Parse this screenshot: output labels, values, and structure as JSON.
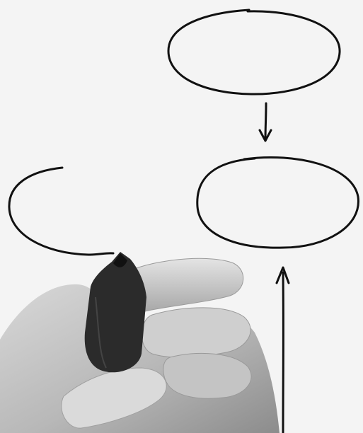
{
  "scene": {
    "background": "#f4f4f4",
    "ink_color": "#111111",
    "marker_color": "#2b2b2b",
    "hand_colors": [
      "#9a9a9a",
      "#c8c8c8",
      "#e0e0e0",
      "#6f6f6f"
    ]
  },
  "diagram": {
    "nodes": [
      {
        "id": "top-oval",
        "label": ""
      },
      {
        "id": "middle-right-oval",
        "label": ""
      },
      {
        "id": "left-open-oval",
        "label": ""
      }
    ],
    "arrows": [
      {
        "from": "top-oval",
        "to": "middle-right-oval",
        "label": ""
      },
      {
        "from": "bottom-edge",
        "to": "middle-right-oval",
        "label": ""
      }
    ]
  }
}
